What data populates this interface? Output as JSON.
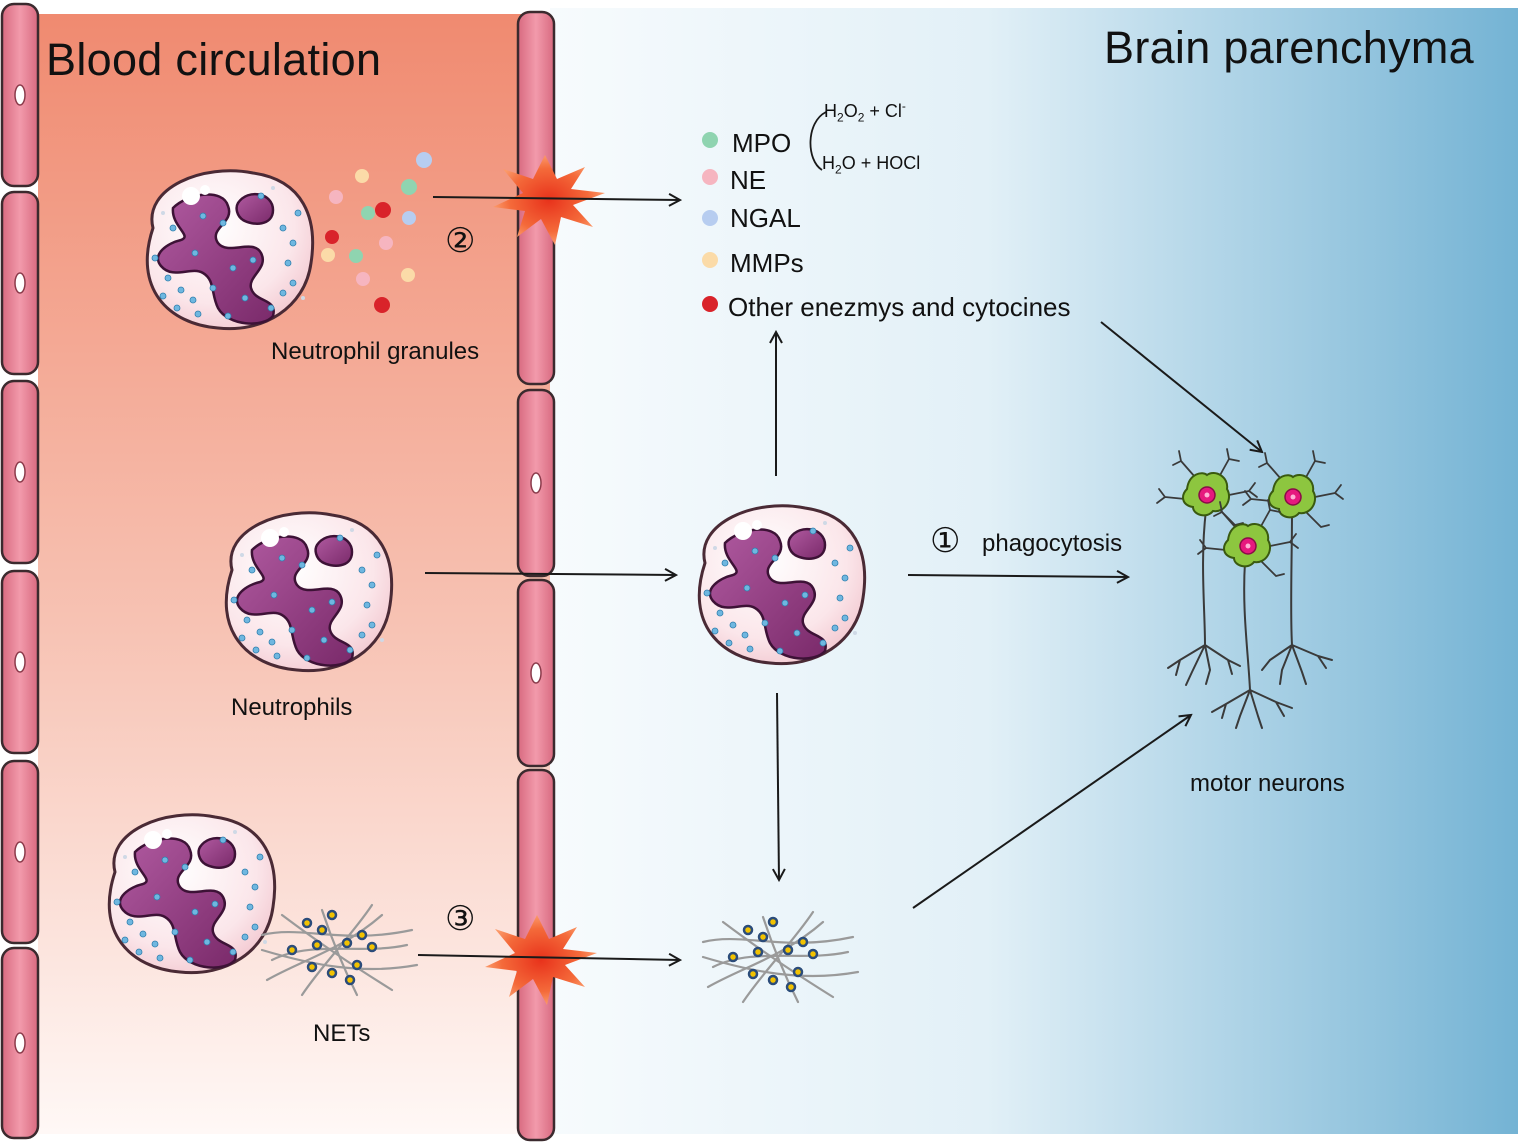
{
  "regions": {
    "blood": "Blood circulation",
    "brain": "Brain parenchyma"
  },
  "labels": {
    "granules": "Neutrophil granules",
    "neutrophils": "Neutrophils",
    "nets": "NETs",
    "motor_neurons": "motor neurons",
    "phagocytosis": "phagocytosis"
  },
  "steps": {
    "one": "①",
    "two": "②",
    "three": "③"
  },
  "legend": [
    {
      "key": "mpo",
      "label": "MPO",
      "color": "#8fd4b0"
    },
    {
      "key": "ne",
      "label": "NE",
      "color": "#f6b5c0"
    },
    {
      "key": "ngal",
      "label": "NGAL",
      "color": "#b7cdf0"
    },
    {
      "key": "mmps",
      "label": "MMPs",
      "color": "#fbdba8"
    },
    {
      "key": "other",
      "label": "Other enezmys and cytocines",
      "color": "#d9232a"
    }
  ],
  "reaction": {
    "reactant_h2o2": "H",
    "reactant_sub1": "2",
    "reactant_o": "O",
    "reactant_sub2": "2",
    "reactant_plus": " + Cl",
    "reactant_sup": "-",
    "product_h": "H",
    "product_sub": "2",
    "product_rest": "O + HOCl"
  },
  "colors": {
    "blood_top": "#f08a70",
    "blood_bottom": "#fff7f5",
    "brain_left": "#f7fbfd",
    "brain_right": "#79b6d6",
    "vessel_fill": "#e97e91",
    "cell_body": "#fdf0f2",
    "nucleus": "#8e3a7c",
    "neuron_body": "#8dc63f",
    "neuron_nucleus": "#e6197e",
    "burst": "#f25a24"
  }
}
